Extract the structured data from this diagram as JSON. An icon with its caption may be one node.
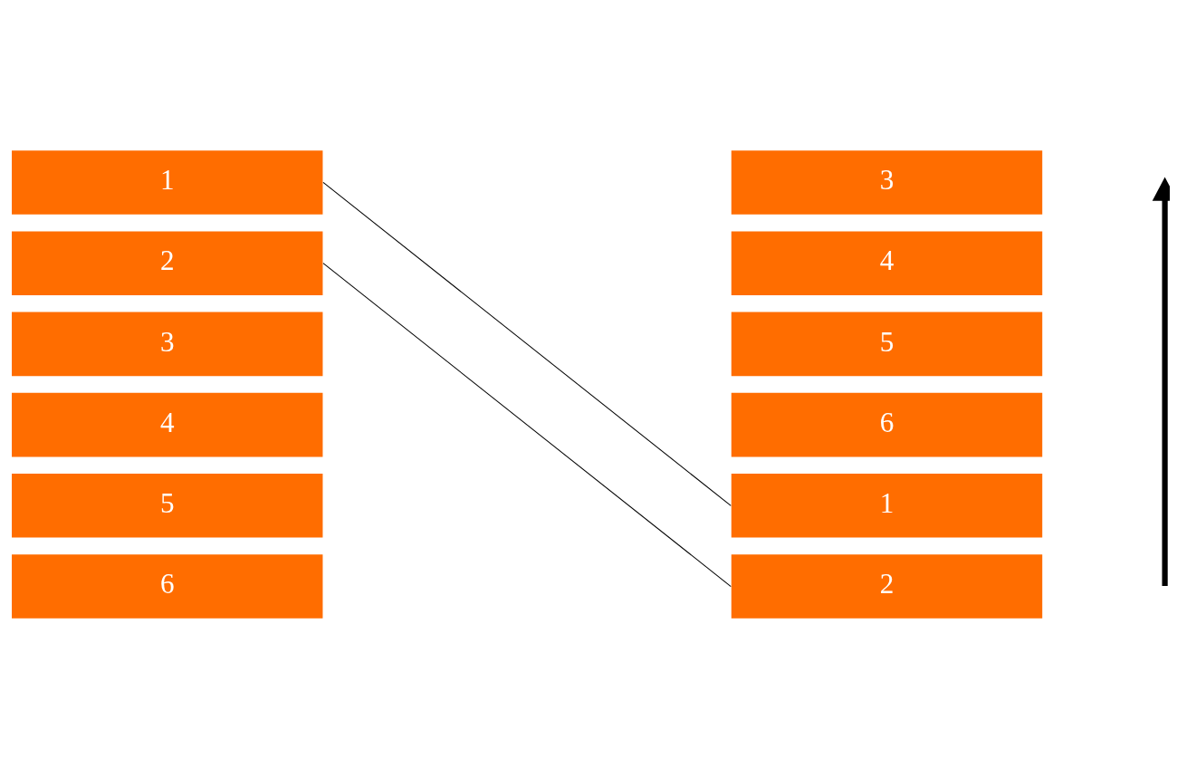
{
  "diagram": {
    "nodes": [
      {
        "text": [
          "1"
        ]
      },
      {
        "text": [
          "2"
        ]
      },
      {
        "text": [
          "3"
        ]
      },
      {
        "text": [
          "4"
        ]
      },
      {
        "text": [
          "5"
        ]
      },
      {
        "text": [
          "6"
        ]
      },
      {
        "text": [
          "3"
        ]
      },
      {
        "text": [
          "4"
        ]
      },
      {
        "text": [
          "5"
        ]
      },
      {
        "text": [
          "6"
        ]
      },
      {
        "text": [
          "1"
        ]
      },
      {
        "text": [
          "2"
        ]
      }
    ],
    "edges": [
      {
        "from": 0,
        "to": 10,
        "arrow": "none"
      },
      {
        "from": 1,
        "to": 11,
        "arrow": "none"
      }
    ]
  }
}
